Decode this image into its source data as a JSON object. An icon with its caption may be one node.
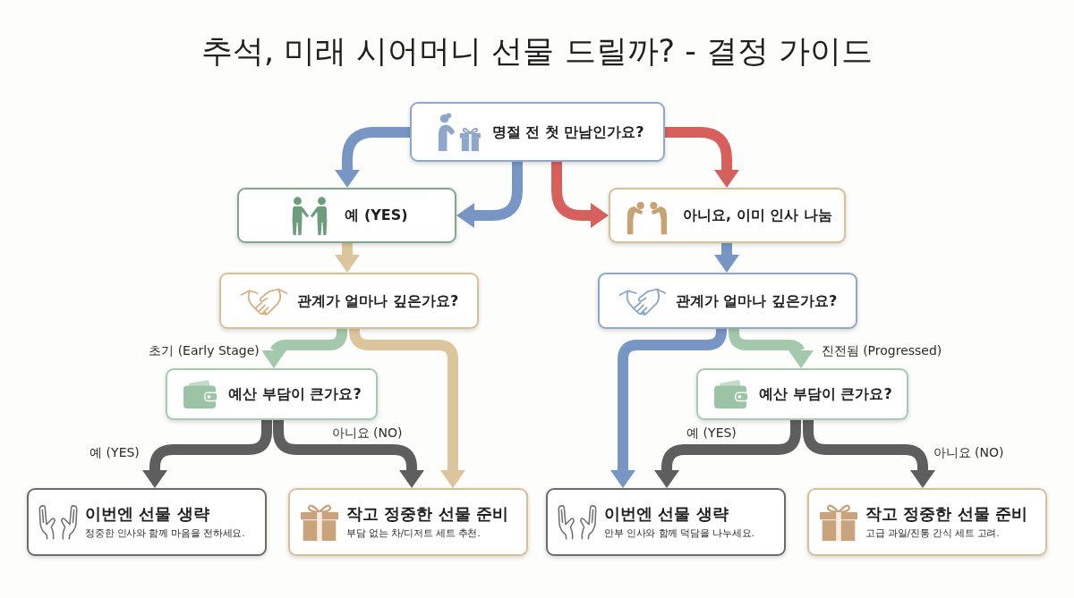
{
  "diagram": {
    "title": "추석, 미래 시어머니 선물 드릴까? - 결정 가이드",
    "nodes": [
      {
        "text": [
          "명절 전 첫 만남인가요?"
        ]
      },
      {
        "text": [
          "예 (YES)"
        ]
      },
      {
        "text": [
          "아니요, 이미 인사 나눔"
        ]
      },
      {
        "text": [
          "관계가 얼마나 깊은가요?"
        ]
      },
      {
        "text": [
          "관계가 얼마나 깊은가요?"
        ]
      },
      {
        "text": [
          "예산 부담이 큰가요?"
        ]
      },
      {
        "text": [
          "예산 부담이 큰가요?"
        ]
      },
      {
        "text": [
          "이번엔 선물 생략",
          "정중한 인사와 함께 마음을 전하세요."
        ]
      },
      {
        "text": [
          "작고 정중한 선물 준비",
          "부담 없는 차/디저트 세트 추천."
        ]
      },
      {
        "text": [
          "이번엔 선물 생략",
          "안부 인사와 함께 덕담을 나누세요."
        ]
      },
      {
        "text": [
          "작고 정중한 선물 준비",
          "고급 과일/진통 간식 세트 고려."
        ]
      }
    ],
    "edges": [
      {
        "from": 0,
        "to": 1,
        "arrow": "to",
        "color": "#7896c3"
      },
      {
        "from": 0,
        "to": 1,
        "arrow": "to",
        "color": "#7896c3"
      },
      {
        "from": 0,
        "to": 2,
        "arrow": "to",
        "color": "#d6605b"
      },
      {
        "from": 0,
        "to": 2,
        "arrow": "to",
        "color": "#d6605b"
      },
      {
        "from": 1,
        "to": 3,
        "arrow": "to",
        "color": "#dcc49d"
      },
      {
        "from": 2,
        "to": 4,
        "arrow": "to",
        "color": "#7896c3"
      },
      {
        "from": 3,
        "to": 5,
        "arrow": "to",
        "label": "초기 (Early Stage)",
        "color": "#a3c8ab"
      },
      {
        "from": 3,
        "to": 8,
        "arrow": "to",
        "color": "#dcc49d"
      },
      {
        "from": 4,
        "to": 9,
        "arrow": "to",
        "color": "#7896c3"
      },
      {
        "from": 4,
        "to": 6,
        "arrow": "to",
        "label": "진전됨 (Progressed)",
        "color": "#a3c8ab"
      },
      {
        "from": 5,
        "to": 7,
        "arrow": "to",
        "label": "예 (YES)",
        "color": "#5e5e5e"
      },
      {
        "from": 5,
        "to": 8,
        "arrow": "to",
        "label": "아니요 (NO)",
        "color": "#5e5e5e"
      },
      {
        "from": 6,
        "to": 9,
        "arrow": "to",
        "label": "예 (YES)",
        "color": "#5e5e5e"
      },
      {
        "from": 6,
        "to": 10,
        "arrow": "to",
        "label": "아니요 (NO)",
        "color": "#5e5e5e"
      }
    ]
  }
}
